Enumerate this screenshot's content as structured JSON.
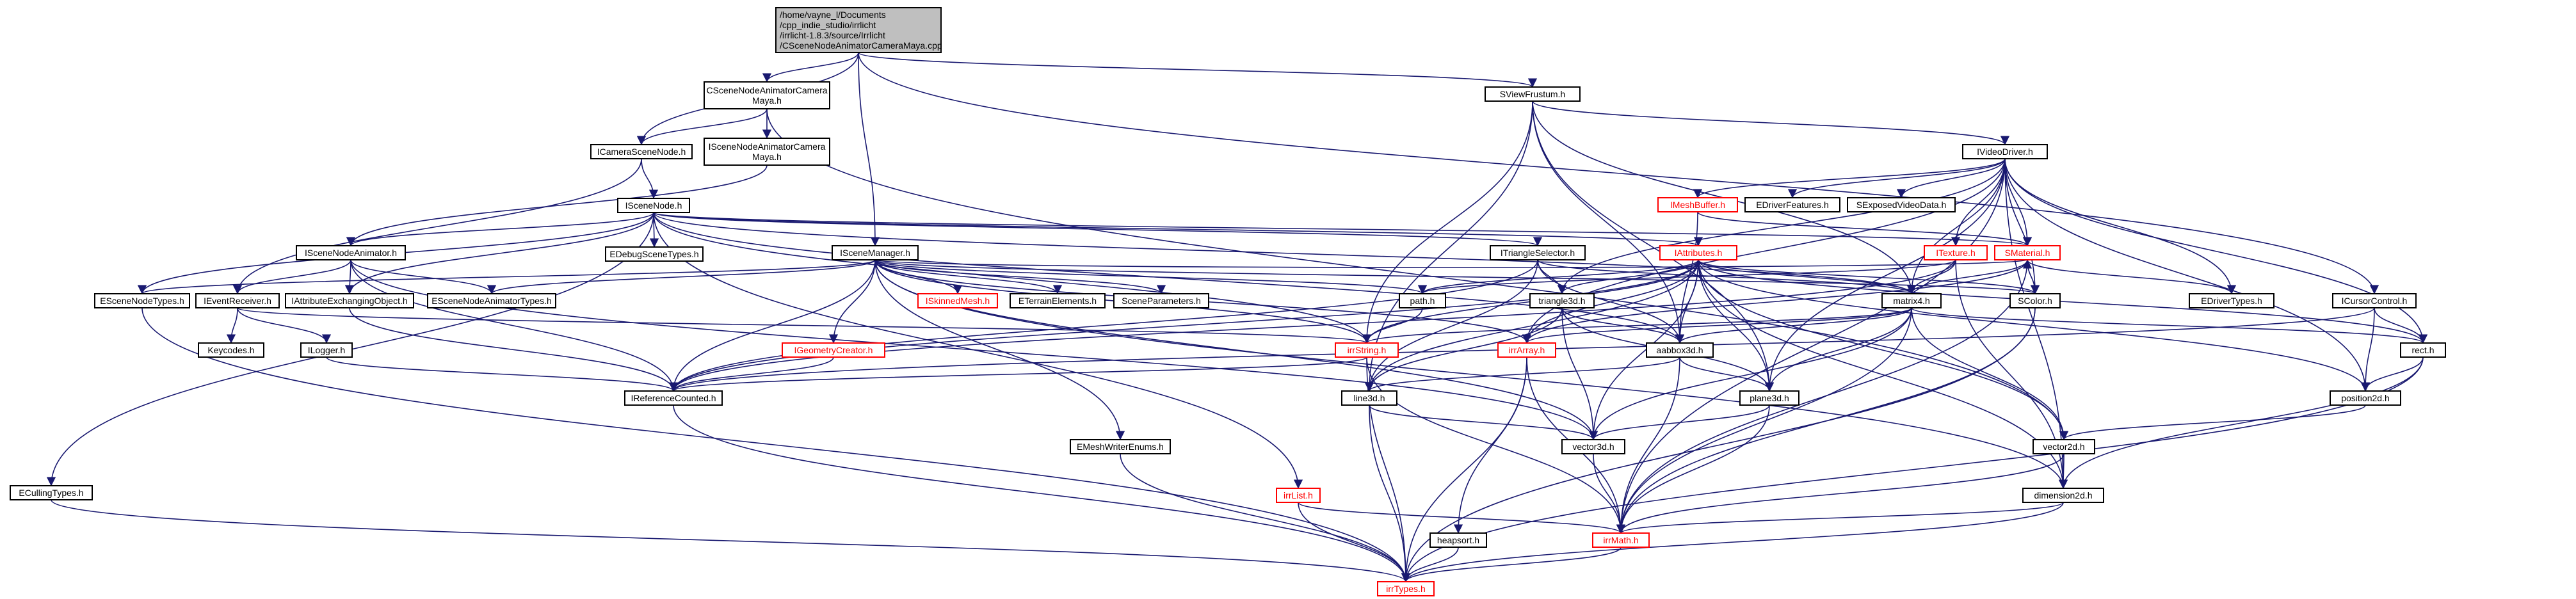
{
  "colors": {
    "edge": "#191970",
    "root_fill": "#bfbfbf",
    "node_fill": "#ffffff",
    "border": "#000000",
    "missing_border": "#ff0000"
  },
  "nodes": {
    "root": {
      "lines": [
        "/home/vayne_l/Documents",
        "/cpp_indie_studio/irrlicht",
        "/irrlicht-1.8.3/source/Irrlicht",
        "/CSceneNodeAnimatorCameraMaya.cpp"
      ]
    },
    "cscenenodeanimatorcameramaya_h": {
      "lines": [
        "CSceneNodeAnimatorCamera",
        "Maya.h"
      ]
    },
    "sviewfrustum_h": {
      "lines": [
        "SViewFrustum.h"
      ]
    },
    "icamerascenenode_h": {
      "lines": [
        "ICameraSceneNode.h"
      ]
    },
    "iscenenodeanimatorcameramaya_h": {
      "lines": [
        "ISceneNodeAnimatorCamera",
        "Maya.h"
      ]
    },
    "ivideodriver_h": {
      "lines": [
        "IVideoDriver.h"
      ]
    },
    "iscenenode_h": {
      "lines": [
        "ISceneNode.h"
      ]
    },
    "imeshbuffer_h": {
      "lines": [
        "IMeshBuffer.h"
      ]
    },
    "edriverfeatures_h": {
      "lines": [
        "EDriverFeatures.h"
      ]
    },
    "sexposedvideodata_h": {
      "lines": [
        "SExposedVideoData.h"
      ]
    },
    "edebugscenetypes_h": {
      "lines": [
        "EDebugSceneTypes.h"
      ]
    },
    "iscenenodeanimator_h": {
      "lines": [
        "ISceneNodeAnimator.h"
      ]
    },
    "iscenemanager_h": {
      "lines": [
        "ISceneManager.h"
      ]
    },
    "itriangleselector_h": {
      "lines": [
        "ITriangleSelector.h"
      ]
    },
    "iattributes_h": {
      "lines": [
        "IAttributes.h"
      ]
    },
    "itexture_h": {
      "lines": [
        "ITexture.h"
      ]
    },
    "smaterial_h": {
      "lines": [
        "SMaterial.h"
      ]
    },
    "escenenodetypes_h": {
      "lines": [
        "ESceneNodeTypes.h"
      ]
    },
    "ieventreceiver_h": {
      "lines": [
        "IEventReceiver.h"
      ]
    },
    "iattributeexchangingobject_h": {
      "lines": [
        "IAttributeExchangingObject.h"
      ]
    },
    "escenenodeanimatortypes_h": {
      "lines": [
        "ESceneNodeAnimatorTypes.h"
      ]
    },
    "iskinnedmesh_h": {
      "lines": [
        "ISkinnedMesh.h"
      ]
    },
    "eterrainelements_h": {
      "lines": [
        "ETerrainElements.h"
      ]
    },
    "sceneparameters_h": {
      "lines": [
        "SceneParameters.h"
      ]
    },
    "path_h": {
      "lines": [
        "path.h"
      ]
    },
    "triangle3d_h": {
      "lines": [
        "triangle3d.h"
      ]
    },
    "matrix4_h": {
      "lines": [
        "matrix4.h"
      ]
    },
    "scolor_h": {
      "lines": [
        "SColor.h"
      ]
    },
    "edrivertypes_h": {
      "lines": [
        "EDriverTypes.h"
      ]
    },
    "icursorcontrol_h": {
      "lines": [
        "ICursorControl.h"
      ]
    },
    "keycodes_h": {
      "lines": [
        "Keycodes.h"
      ]
    },
    "ilogger_h": {
      "lines": [
        "ILogger.h"
      ]
    },
    "igeometrycreator_h": {
      "lines": [
        "IGeometryCreator.h"
      ]
    },
    "irrstring_h": {
      "lines": [
        "irrString.h"
      ]
    },
    "irrarray_h": {
      "lines": [
        "irrArray.h"
      ]
    },
    "aabbox3d_h": {
      "lines": [
        "aabbox3d.h"
      ]
    },
    "rect_h": {
      "lines": [
        "rect.h"
      ]
    },
    "ireferencecounted_h": {
      "lines": [
        "IReferenceCounted.h"
      ]
    },
    "line3d_h": {
      "lines": [
        "line3d.h"
      ]
    },
    "plane3d_h": {
      "lines": [
        "plane3d.h"
      ]
    },
    "position2d_h": {
      "lines": [
        "position2d.h"
      ]
    },
    "emeshwriterenums_h": {
      "lines": [
        "EMeshWriterEnums.h"
      ]
    },
    "vector3d_h": {
      "lines": [
        "vector3d.h"
      ]
    },
    "vector2d_h": {
      "lines": [
        "vector2d.h"
      ]
    },
    "irrlist_h": {
      "lines": [
        "irrList.h"
      ]
    },
    "dimension2d_h": {
      "lines": [
        "dimension2d.h"
      ]
    },
    "ecullingtypes_h": {
      "lines": [
        "ECullingTypes.h"
      ]
    },
    "heapsort_h": {
      "lines": [
        "heapsort.h"
      ]
    },
    "irrmath_h": {
      "lines": [
        "irrMath.h"
      ]
    },
    "irrtypes_h": {
      "lines": [
        "irrTypes.h"
      ]
    }
  }
}
